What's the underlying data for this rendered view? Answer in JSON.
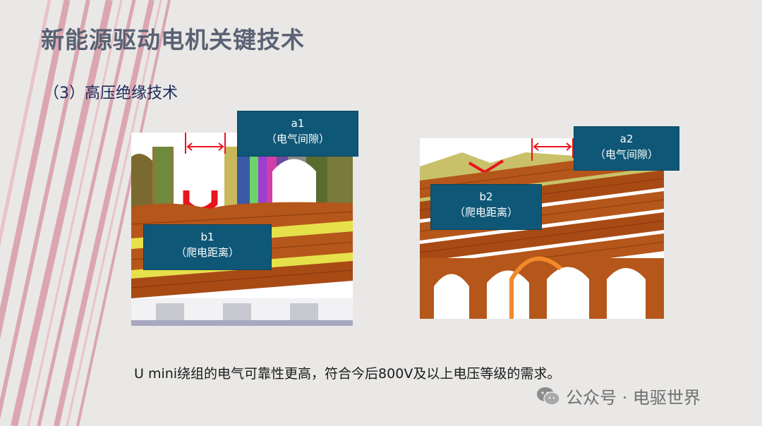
{
  "slide": {
    "title": "新能源驱动电机关键技术",
    "subtitle": "（3）高压绝缘技术",
    "caption": "U mini绕组的电气可靠性更高，符合今后800V及以上电压等级的需求。"
  },
  "callouts": {
    "a1": {
      "id": "a1",
      "desc": "（电气间隙）"
    },
    "b1": {
      "id": "b1",
      "desc": "（爬电距离）"
    },
    "a2": {
      "id": "a2",
      "desc": "（电气间隙）"
    },
    "b2": {
      "id": "b2",
      "desc": "（爬电距离）"
    }
  },
  "watermark": {
    "text": "公众号 · 电驱世界",
    "icon": "wechat-icon"
  },
  "colors": {
    "callout_bg": "#0f5776",
    "title": "#5a6274",
    "subtitle": "#1d2a5a",
    "copper": "#b5561a",
    "marker": "#e8141e"
  }
}
